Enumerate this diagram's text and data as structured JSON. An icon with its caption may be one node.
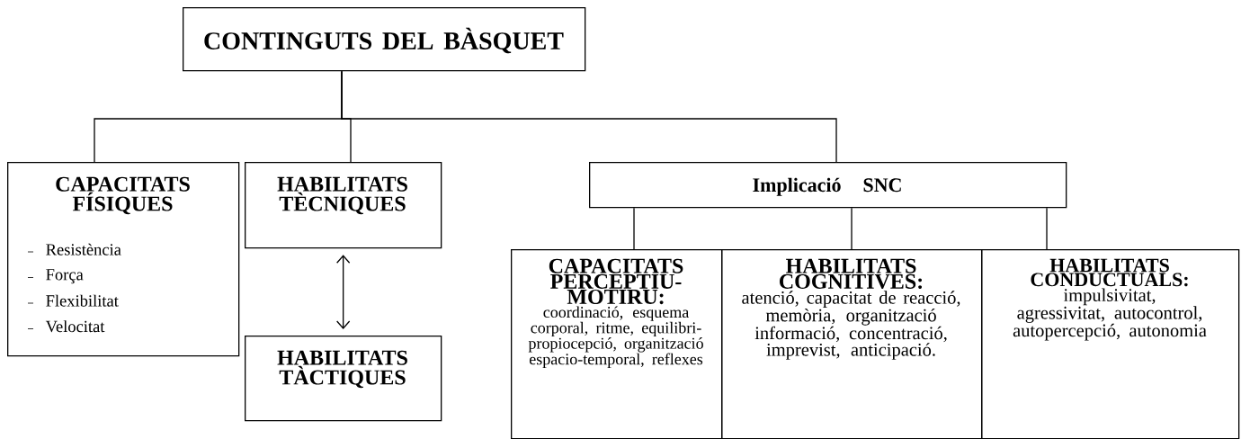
{
  "diagram": {
    "nodes": [
      {
        "text": [
          "CONTINGUTS DEL BÀSQUET"
        ]
      },
      {
        "text": [
          "CAPACITATS FÍSIQUES",
          "Resistència",
          "Força",
          "Flexibilitat",
          "Velocitat"
        ]
      },
      {
        "text": [
          "HABILITATS TÈCNIQUES"
        ]
      },
      {
        "text": [
          "HABILITATS TÀCTIQUES"
        ]
      },
      {
        "text": [
          "Implicació SNC"
        ]
      },
      {
        "text": [
          "CAPACITATS PERCEPTIU-MOTIRU:",
          "coordinació, esquema corporal, ritme, equilibri-propiocepció, organització espacio-temporal, reflexes"
        ]
      },
      {
        "text": [
          "HABILITATS COGNITIVES:",
          "atenció, capacitat de reacció, memòria, organització informació, concentració, imprevist, anticipació."
        ]
      },
      {
        "text": [
          "HABILITATS CONDUCTUALS:",
          "impulsivitat, agressivitat, autocontrol, autopercepció, autonomia"
        ]
      }
    ],
    "edges": [
      {
        "from": 0,
        "to": 1,
        "arrow": "none"
      },
      {
        "from": 0,
        "to": 2,
        "arrow": "none"
      },
      {
        "from": 0,
        "to": 4,
        "arrow": "none"
      },
      {
        "from": 2,
        "to": 3,
        "arrow": "both"
      },
      {
        "from": 4,
        "to": 5,
        "arrow": "none"
      },
      {
        "from": 4,
        "to": 6,
        "arrow": "none"
      },
      {
        "from": 4,
        "to": 7,
        "arrow": "none"
      }
    ]
  }
}
